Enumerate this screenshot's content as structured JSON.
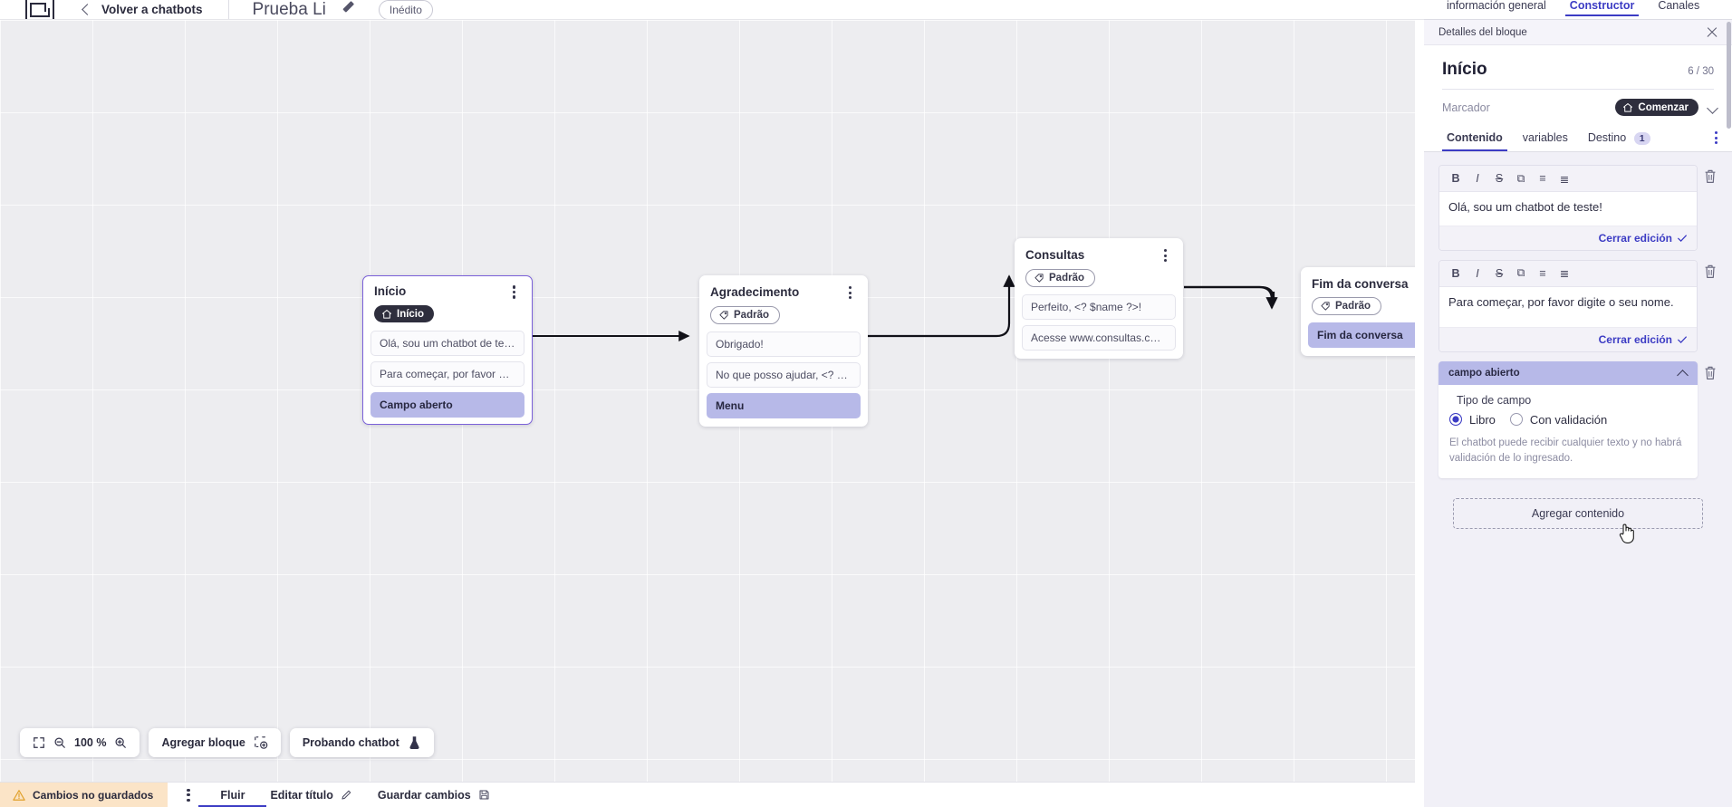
{
  "header": {
    "logo_name": "brand-logo",
    "back_label": "Volver a chatbots",
    "bot_title": "Prueba Li",
    "edit_icon": "pencil-icon",
    "status_badge": "Inédito"
  },
  "canvas": {
    "nodes": [
      {
        "id": "inicio",
        "title": "Início",
        "tag": {
          "label": "Início",
          "style": "dark",
          "icon": "home-icon"
        },
        "selected": true,
        "rows": [
          {
            "text": "Olá, sou um chatbot de teste!",
            "accent": false
          },
          {
            "text": "Para começar, por favor digite o ...",
            "accent": false
          },
          {
            "text": "Campo aberto",
            "accent": true
          }
        ]
      },
      {
        "id": "agradecimento",
        "title": "Agradecimento",
        "tag": {
          "label": "Padrão",
          "style": "light",
          "icon": "tag-icon"
        },
        "selected": false,
        "rows": [
          {
            "text": "Obrigado!",
            "accent": false
          },
          {
            "text": "No que posso ajudar, <? $name ...",
            "accent": false
          },
          {
            "text": "Menu",
            "accent": true
          }
        ]
      },
      {
        "id": "consultas",
        "title": "Consultas",
        "tag": {
          "label": "Padrão",
          "style": "light",
          "icon": "tag-icon"
        },
        "selected": false,
        "rows": [
          {
            "text": "Perfeito, <? $name ?>!",
            "accent": false
          },
          {
            "text": "Acesse www.consultas.com par...",
            "accent": false
          }
        ]
      },
      {
        "id": "fim",
        "title": "Fim da conversa",
        "tag": {
          "label": "Padrão",
          "style": "light",
          "icon": "tag-icon"
        },
        "selected": false,
        "rows": [
          {
            "text": "Fim da conversa",
            "accent": true
          }
        ]
      }
    ],
    "toolbar": {
      "fit_icon": "fit-screen-icon",
      "zoom_out_icon": "zoom-out-icon",
      "zoom_level": "100 %",
      "zoom_in_icon": "zoom-in-icon",
      "add_block_label": "Agregar bloque",
      "add_block_icon": "add-block-icon",
      "test_label": "Probando chatbot",
      "test_icon": "flask-icon"
    }
  },
  "panel": {
    "tabs": [
      {
        "label": "información general",
        "active": false
      },
      {
        "label": "Constructor",
        "active": true
      },
      {
        "label": "Canales",
        "active": false
      }
    ],
    "subheader": {
      "title": "Detalles del bloque",
      "close_icon": "close-icon"
    },
    "block_title": "Início",
    "char_count": "6 / 30",
    "marker": {
      "label": "Marcador",
      "value": "Comenzar",
      "icon": "home-icon",
      "chevron": "chevron-down-icon"
    },
    "content_tabs": [
      {
        "label": "Contenido",
        "active": true,
        "badge": null
      },
      {
        "label": "variables",
        "active": false,
        "badge": null
      },
      {
        "label": "Destino",
        "active": false,
        "badge": "1"
      }
    ],
    "content_menu_icon": "kebab-menu-icon",
    "editor_toolbar": [
      {
        "name": "bold-icon",
        "glyph": "B"
      },
      {
        "name": "italic-icon",
        "glyph": "I"
      },
      {
        "name": "strikethrough-icon",
        "glyph": "S"
      },
      {
        "name": "link-icon",
        "glyph": "⧉"
      },
      {
        "name": "bullet-list-icon",
        "glyph": "≡"
      },
      {
        "name": "numbered-list-icon",
        "glyph": "≣"
      }
    ],
    "editors": [
      {
        "text": "Olá, sou um chatbot de teste!",
        "close_label": "Cerrar edición",
        "delete_icon": "trash-icon"
      },
      {
        "text": "Para começar, por favor digite o seu nome.",
        "close_label": "Cerrar edición",
        "delete_icon": "trash-icon"
      }
    ],
    "field_card": {
      "header": "campo abierto",
      "collapse_icon": "chevron-up-icon",
      "legend": "Tipo de campo",
      "options": [
        {
          "label": "Libro",
          "selected": true
        },
        {
          "label": "Con validación",
          "selected": false
        }
      ],
      "help": "El chatbot puede recibir cualquier texto y no habrá validación de lo ingresado.",
      "delete_icon": "trash-icon"
    },
    "add_content_label": "Agregar contenido"
  },
  "statusbar": {
    "unsaved_label": "Cambios no guardados",
    "warning_icon": "warning-icon",
    "kebab_icon": "kebab-menu-icon",
    "flow_label": "Fluir",
    "edit_title_label": "Editar título",
    "edit_title_icon": "pencil-icon",
    "save_label": "Guardar cambios",
    "save_icon": "save-icon"
  },
  "colors": {
    "accent": "#3c3cc4",
    "node_accent_row": "#b7b9e8",
    "warning_bg": "#fbe4c7",
    "canvas_bg": "#ededf0"
  }
}
